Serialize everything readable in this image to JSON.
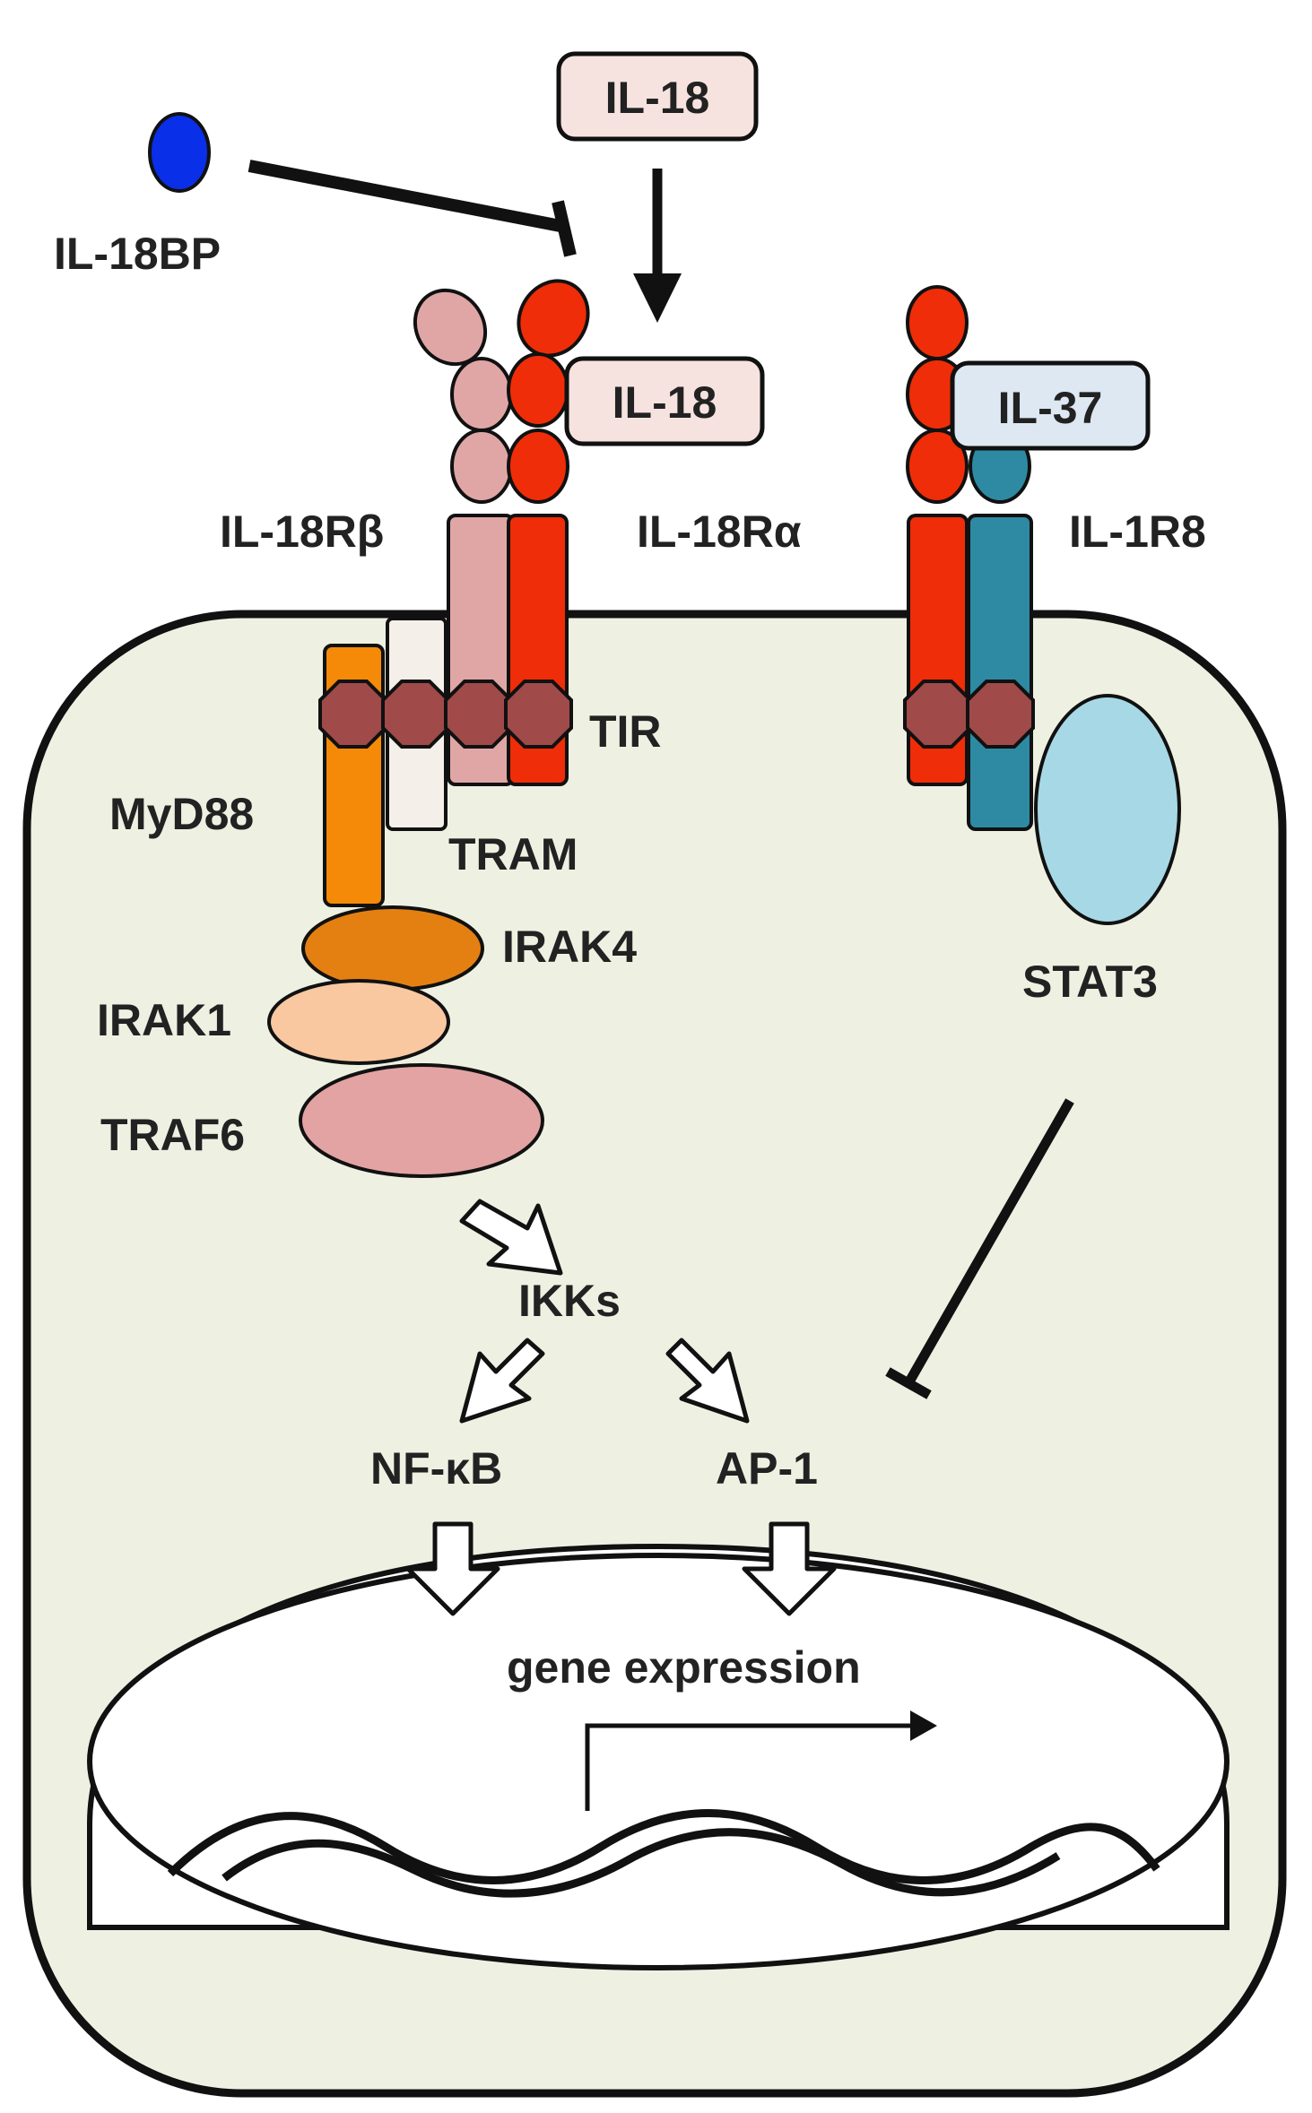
{
  "labels": {
    "il18_top": "IL-18",
    "il18bp": "IL-18BP",
    "il18_bound": "IL-18",
    "il37": "IL-37",
    "il18rb": "IL-18Rβ",
    "il18ra": "IL-18Rα",
    "il1r8": "IL-1R8",
    "tir": "TIR",
    "myd88": "MyD88",
    "tram": "TRAM",
    "irak4": "IRAK4",
    "irak1": "IRAK1",
    "traf6": "TRAF6",
    "stat3": "STAT3",
    "ikks": "IKKs",
    "nfkb": "NF-κB",
    "ap1": "AP-1",
    "gene_expression": "gene expression"
  },
  "colors": {
    "cell_fill": "#eef1e2",
    "outline": "#111111",
    "il18_box_fill": "#f6e3df",
    "il37_box_fill": "#dde8f3",
    "il18bp_dot": "#0a2fe8",
    "il18ra_red": "#ef2d08",
    "il18rb_pink": "#e0a6a6",
    "il1r8_teal": "#2e8aa3",
    "tir_domain": "#a04a4a",
    "myd88_orange": "#f58a08",
    "tram_fill": "#f4efe8",
    "irak4_orange": "#e48012",
    "irak1_peach": "#f9c8a0",
    "traf6_pink": "#e3a3a3",
    "stat3_lightblue": "#a7d8e6",
    "nucleus_fill": "#ffffff"
  }
}
